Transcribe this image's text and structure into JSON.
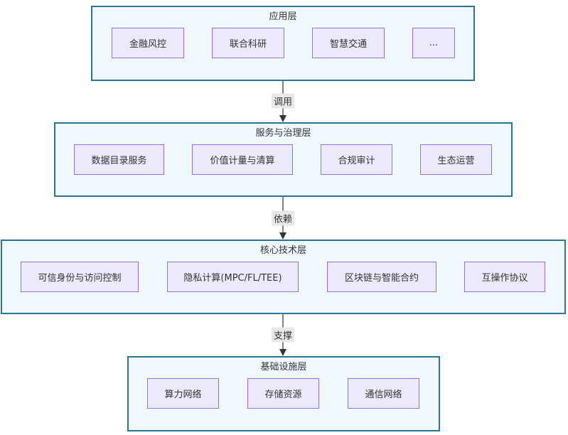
{
  "layers": [
    {
      "title": "应用层",
      "nodes": [
        "金融风控",
        "联合科研",
        "智慧交通",
        "..."
      ]
    },
    {
      "title": "服务与治理层",
      "nodes": [
        "数据目录服务",
        "价值计量与清算",
        "合规审计",
        "生态运营"
      ]
    },
    {
      "title": "核心技术层",
      "nodes": [
        "可信身份与访问控制",
        "隐私计算(MPC/FL/TEE)",
        "区块链与智能合约",
        "互操作协议"
      ]
    },
    {
      "title": "基础设施层",
      "nodes": [
        "算力网络",
        "存储资源",
        "通信网络"
      ]
    }
  ],
  "edges": [
    {
      "from": "应用层",
      "to": "服务与治理层",
      "label": "调用"
    },
    {
      "from": "服务与治理层",
      "to": "核心技术层",
      "label": "依赖"
    },
    {
      "from": "核心技术层",
      "to": "基础设施层",
      "label": "支撑"
    }
  ],
  "colors": {
    "layer_fill": "#f0f8ff",
    "layer_border": "#2b7597",
    "node_fill": "#ece9fc",
    "node_border": "#9370db",
    "edge": "#333333",
    "edge_label_bg": "#e8e8e8"
  }
}
